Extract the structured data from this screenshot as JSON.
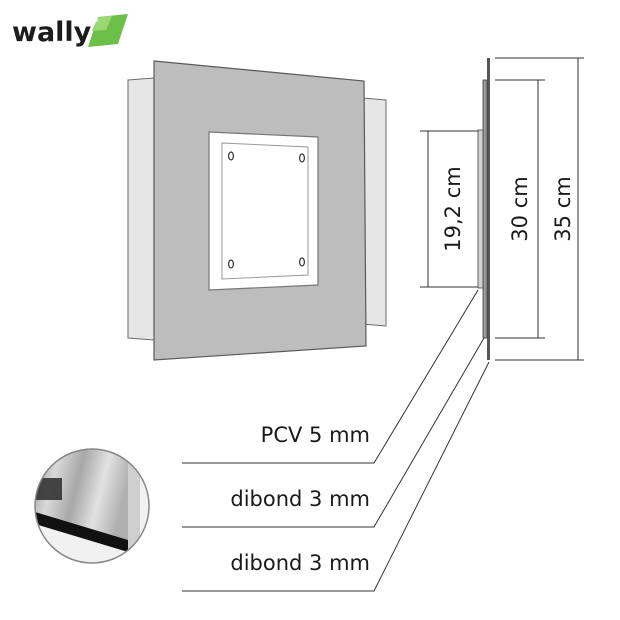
{
  "logo": {
    "text": "wally",
    "superscript": "®",
    "accent_color": "#6cc04a"
  },
  "dimensions": {
    "inner_height": "19,2 cm",
    "middle_height": "30 cm",
    "outer_height": "35 cm"
  },
  "layers": [
    {
      "label": "PCV 5 mm"
    },
    {
      "label": "dibond 3 mm"
    },
    {
      "label": "dibond 3 mm"
    }
  ],
  "colors": {
    "panel_gray": "#bdbdbd",
    "back_panel": "#e6e6e6",
    "line": "#333333",
    "text": "#1a1a1a"
  }
}
